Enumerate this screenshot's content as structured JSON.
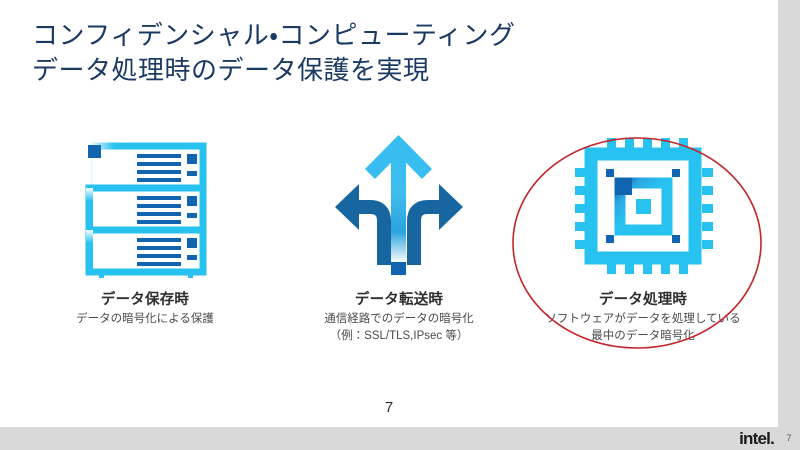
{
  "slide": {
    "title": "コンフィデンシャル・コンピューティング\nデータ処理時のデータ保護を実現",
    "page_number": "7",
    "strip_page_number": "7",
    "brand_logo": "intel.",
    "colors": {
      "title_navy": "#1b3a63",
      "icon_cyan": "#28c2f0",
      "icon_blue": "#1064b0",
      "annotation_red": "#c0262a",
      "footer_gray": "#d9d9d9",
      "strip_gray": "#d9d9d9"
    }
  },
  "columns": [
    {
      "icon": "server-rack-icon",
      "heading": "データ保存時",
      "subtitle": "データの暗号化による保護"
    },
    {
      "icon": "three-way-arrow-icon",
      "heading": "データ転送時",
      "subtitle": "通信経路でのデータの暗号化\n（例：SSL/TLS,IPsec 等）"
    },
    {
      "icon": "cpu-chip-icon",
      "heading": "データ処理時",
      "subtitle": "ソフトウェアがデータを処理している\n最中のデータ暗号化"
    }
  ],
  "annotation": {
    "shape": "red-ellipse-highlight",
    "targets": "cpu-chip-icon"
  }
}
